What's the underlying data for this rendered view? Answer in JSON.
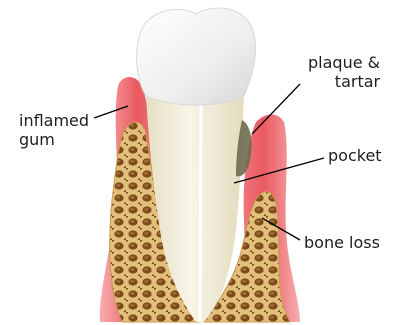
{
  "labels": {
    "inflamed_gum": [
      "inflamed",
      "gum"
    ],
    "plaque_tartar": [
      "plaque &",
      "tartar"
    ],
    "pocket": "pocket",
    "bone_loss": "bone loss"
  },
  "colors": {
    "enamel": "#f4f4f4",
    "root": "#f1ecd6",
    "dentin_line": "#ffffff",
    "gum": "#ec5d66",
    "gum_light": "#f7a9ad",
    "bone": "#d9b26a",
    "bone_dark": "#7a4a1c",
    "plaque": "#6e6a4e",
    "leader": "#000000"
  }
}
